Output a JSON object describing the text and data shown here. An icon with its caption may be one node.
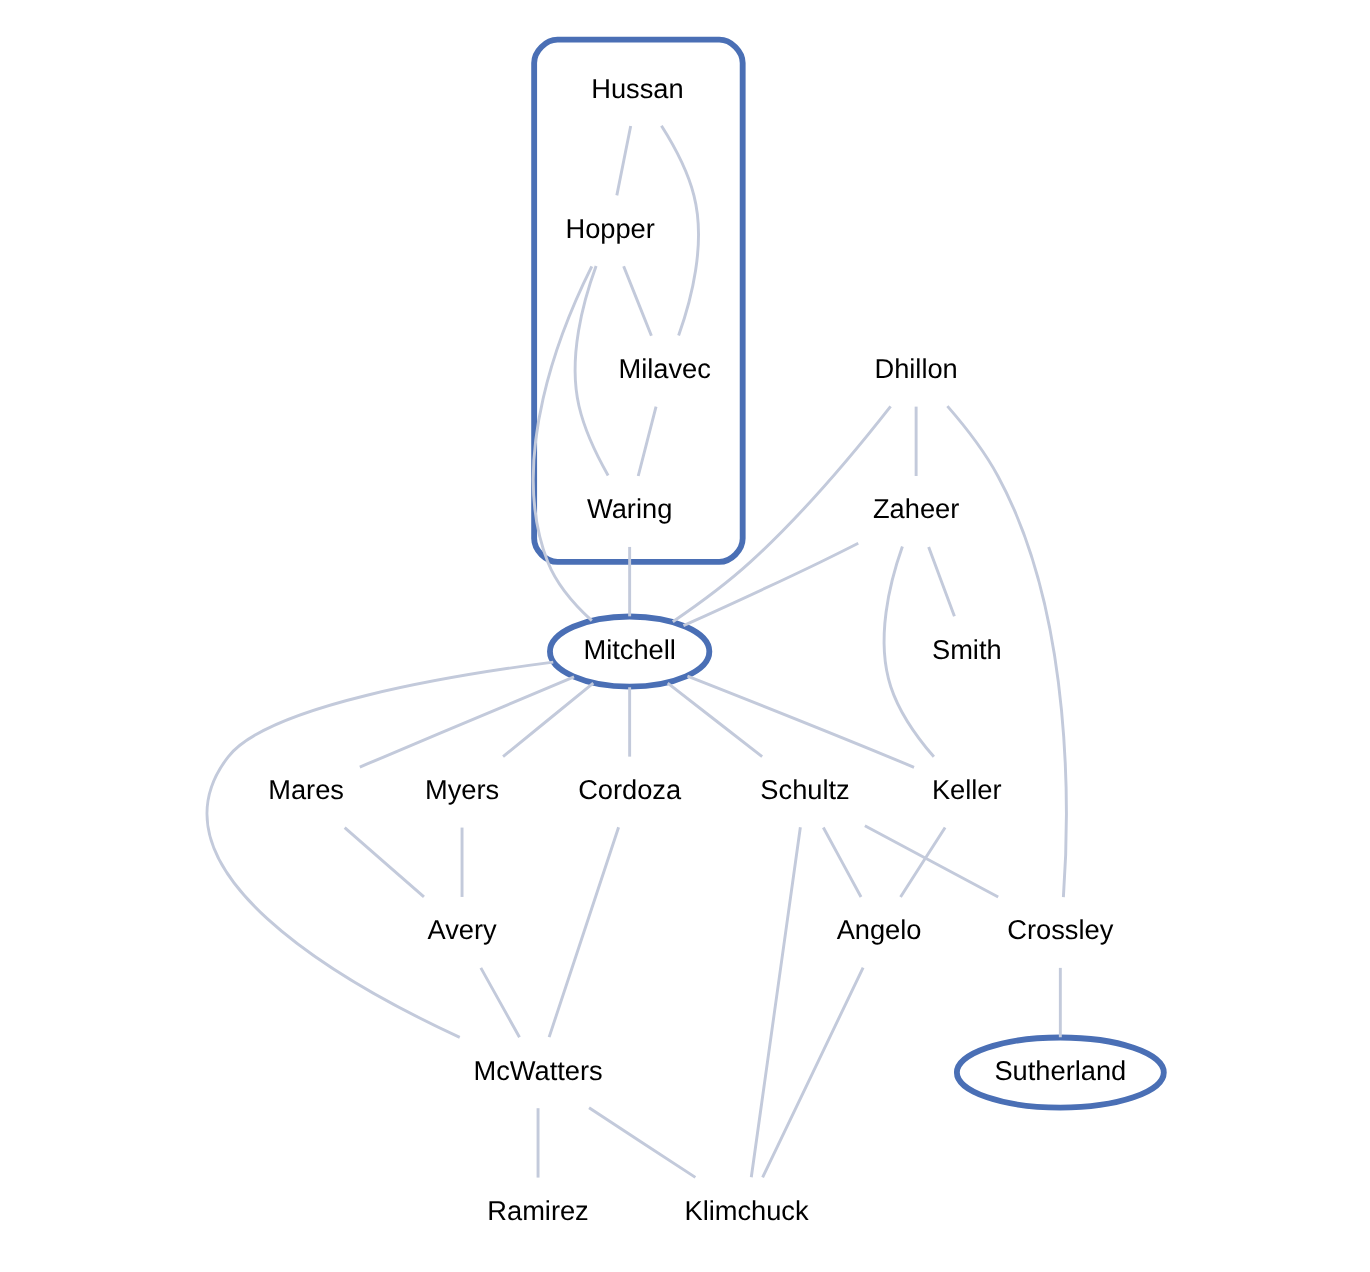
{
  "diagram": {
    "nodes": [
      {
        "text": [],
        "shape": "ellipse"
      },
      {
        "text": [
          "Hussan"
        ],
        "in": 0
      },
      {
        "text": [
          "Milavec"
        ],
        "in": 0
      },
      {
        "text": [
          "Hopper"
        ],
        "in": 0
      },
      {
        "text": [
          "Waring"
        ],
        "in": 0
      },
      {
        "text": [
          "Dhillon"
        ]
      },
      {
        "text": [
          "Mitchell"
        ]
      },
      {
        "text": [
          "Zaheer"
        ]
      },
      {
        "text": [
          "Mares"
        ]
      },
      {
        "text": [
          "Smith"
        ]
      },
      {
        "text": [
          "Myers"
        ]
      },
      {
        "text": [
          "Avery"
        ]
      },
      {
        "text": [
          "Keller"
        ]
      },
      {
        "text": [
          "Schultz"
        ]
      },
      {
        "text": [
          "Cordoza"
        ]
      },
      {
        "text": [
          "McWatters"
        ]
      },
      {
        "text": [
          "Crossley"
        ]
      },
      {
        "text": [
          "Angelo"
        ]
      },
      {
        "text": [
          "Ramirez"
        ]
      },
      {
        "text": [
          "Sutherland"
        ]
      },
      {
        "text": [
          "Klimchuck"
        ]
      }
    ],
    "edges": [
      {
        "from": 1,
        "to": 3,
        "arrow": "none"
      },
      {
        "from": 1,
        "to": 2,
        "arrow": "none"
      },
      {
        "from": 3,
        "to": 2,
        "arrow": "none"
      },
      {
        "from": 3,
        "to": 4,
        "arrow": "none"
      },
      {
        "from": 2,
        "to": 4,
        "arrow": "none"
      },
      {
        "from": 3,
        "to": 6,
        "arrow": "none"
      },
      {
        "from": 4,
        "to": 6,
        "arrow": "none"
      },
      {
        "from": 5,
        "to": 6,
        "arrow": "none"
      },
      {
        "from": 5,
        "to": 7,
        "arrow": "none"
      },
      {
        "from": 5,
        "to": 16,
        "arrow": "none"
      },
      {
        "from": 7,
        "to": 6,
        "arrow": "none"
      },
      {
        "from": 7,
        "to": 9,
        "arrow": "none"
      },
      {
        "from": 7,
        "to": 12,
        "arrow": "none"
      },
      {
        "from": 6,
        "to": 12,
        "arrow": "none"
      },
      {
        "from": 6,
        "to": 13,
        "arrow": "none"
      },
      {
        "from": 6,
        "to": 14,
        "arrow": "none"
      },
      {
        "from": 6,
        "to": 15,
        "arrow": "none"
      },
      {
        "from": 6,
        "to": 10,
        "arrow": "none"
      },
      {
        "from": 6,
        "to": 8,
        "arrow": "none"
      },
      {
        "from": 10,
        "to": 11,
        "arrow": "none"
      },
      {
        "from": 8,
        "to": 11,
        "arrow": "none"
      },
      {
        "from": 11,
        "to": 15,
        "arrow": "none"
      },
      {
        "from": 14,
        "to": 15,
        "arrow": "none"
      },
      {
        "from": 15,
        "to": 18,
        "arrow": "none"
      },
      {
        "from": 15,
        "to": 20,
        "arrow": "none"
      },
      {
        "from": 12,
        "to": 17,
        "arrow": "none"
      },
      {
        "from": 17,
        "to": 20,
        "arrow": "none"
      },
      {
        "from": 13,
        "to": 17,
        "arrow": "none"
      },
      {
        "from": 13,
        "to": 16,
        "arrow": "none"
      },
      {
        "from": 13,
        "to": 20,
        "arrow": "none"
      },
      {
        "from": 16,
        "to": 19,
        "arrow": "none"
      }
    ]
  }
}
